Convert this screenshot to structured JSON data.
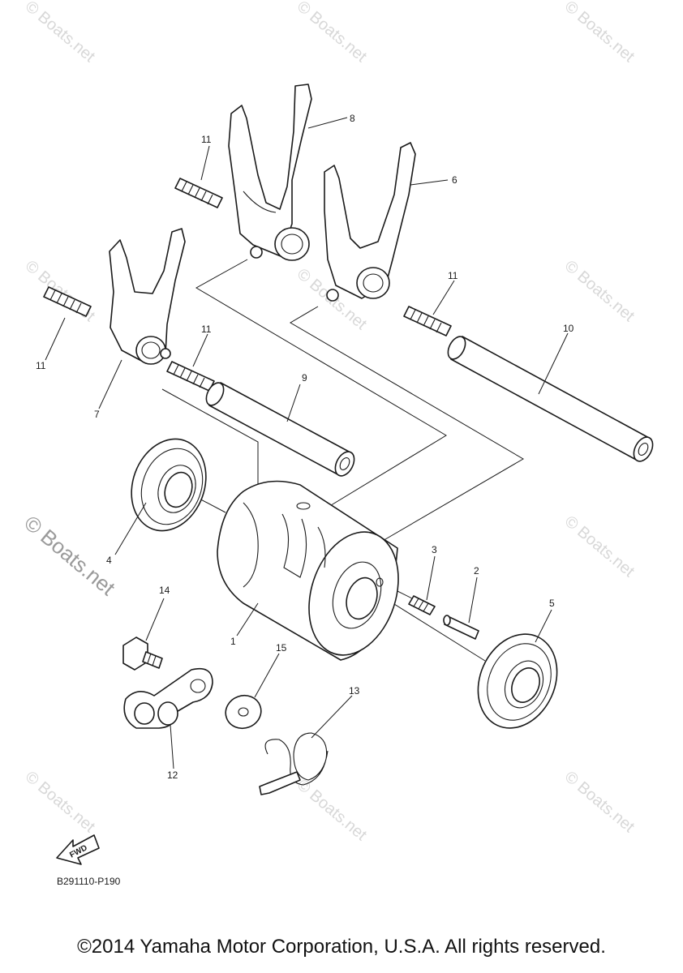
{
  "watermark": "© Boats.net",
  "diagram_code": "B291110-P190",
  "fwd_label": "FWD",
  "copyright": "©2014 Yamaha Motor Corporation, U.S.A. All rights reserved.",
  "callouts": {
    "c1": "1",
    "c2": "2",
    "c3": "3",
    "c4": "4",
    "c5": "5",
    "c6": "6",
    "c7": "7",
    "c8": "8",
    "c9": "9",
    "c10": "10",
    "c11a": "11",
    "c11b": "11",
    "c11c": "11",
    "c11d": "11",
    "c12": "12",
    "c13": "13",
    "c14": "14",
    "c15": "15"
  }
}
